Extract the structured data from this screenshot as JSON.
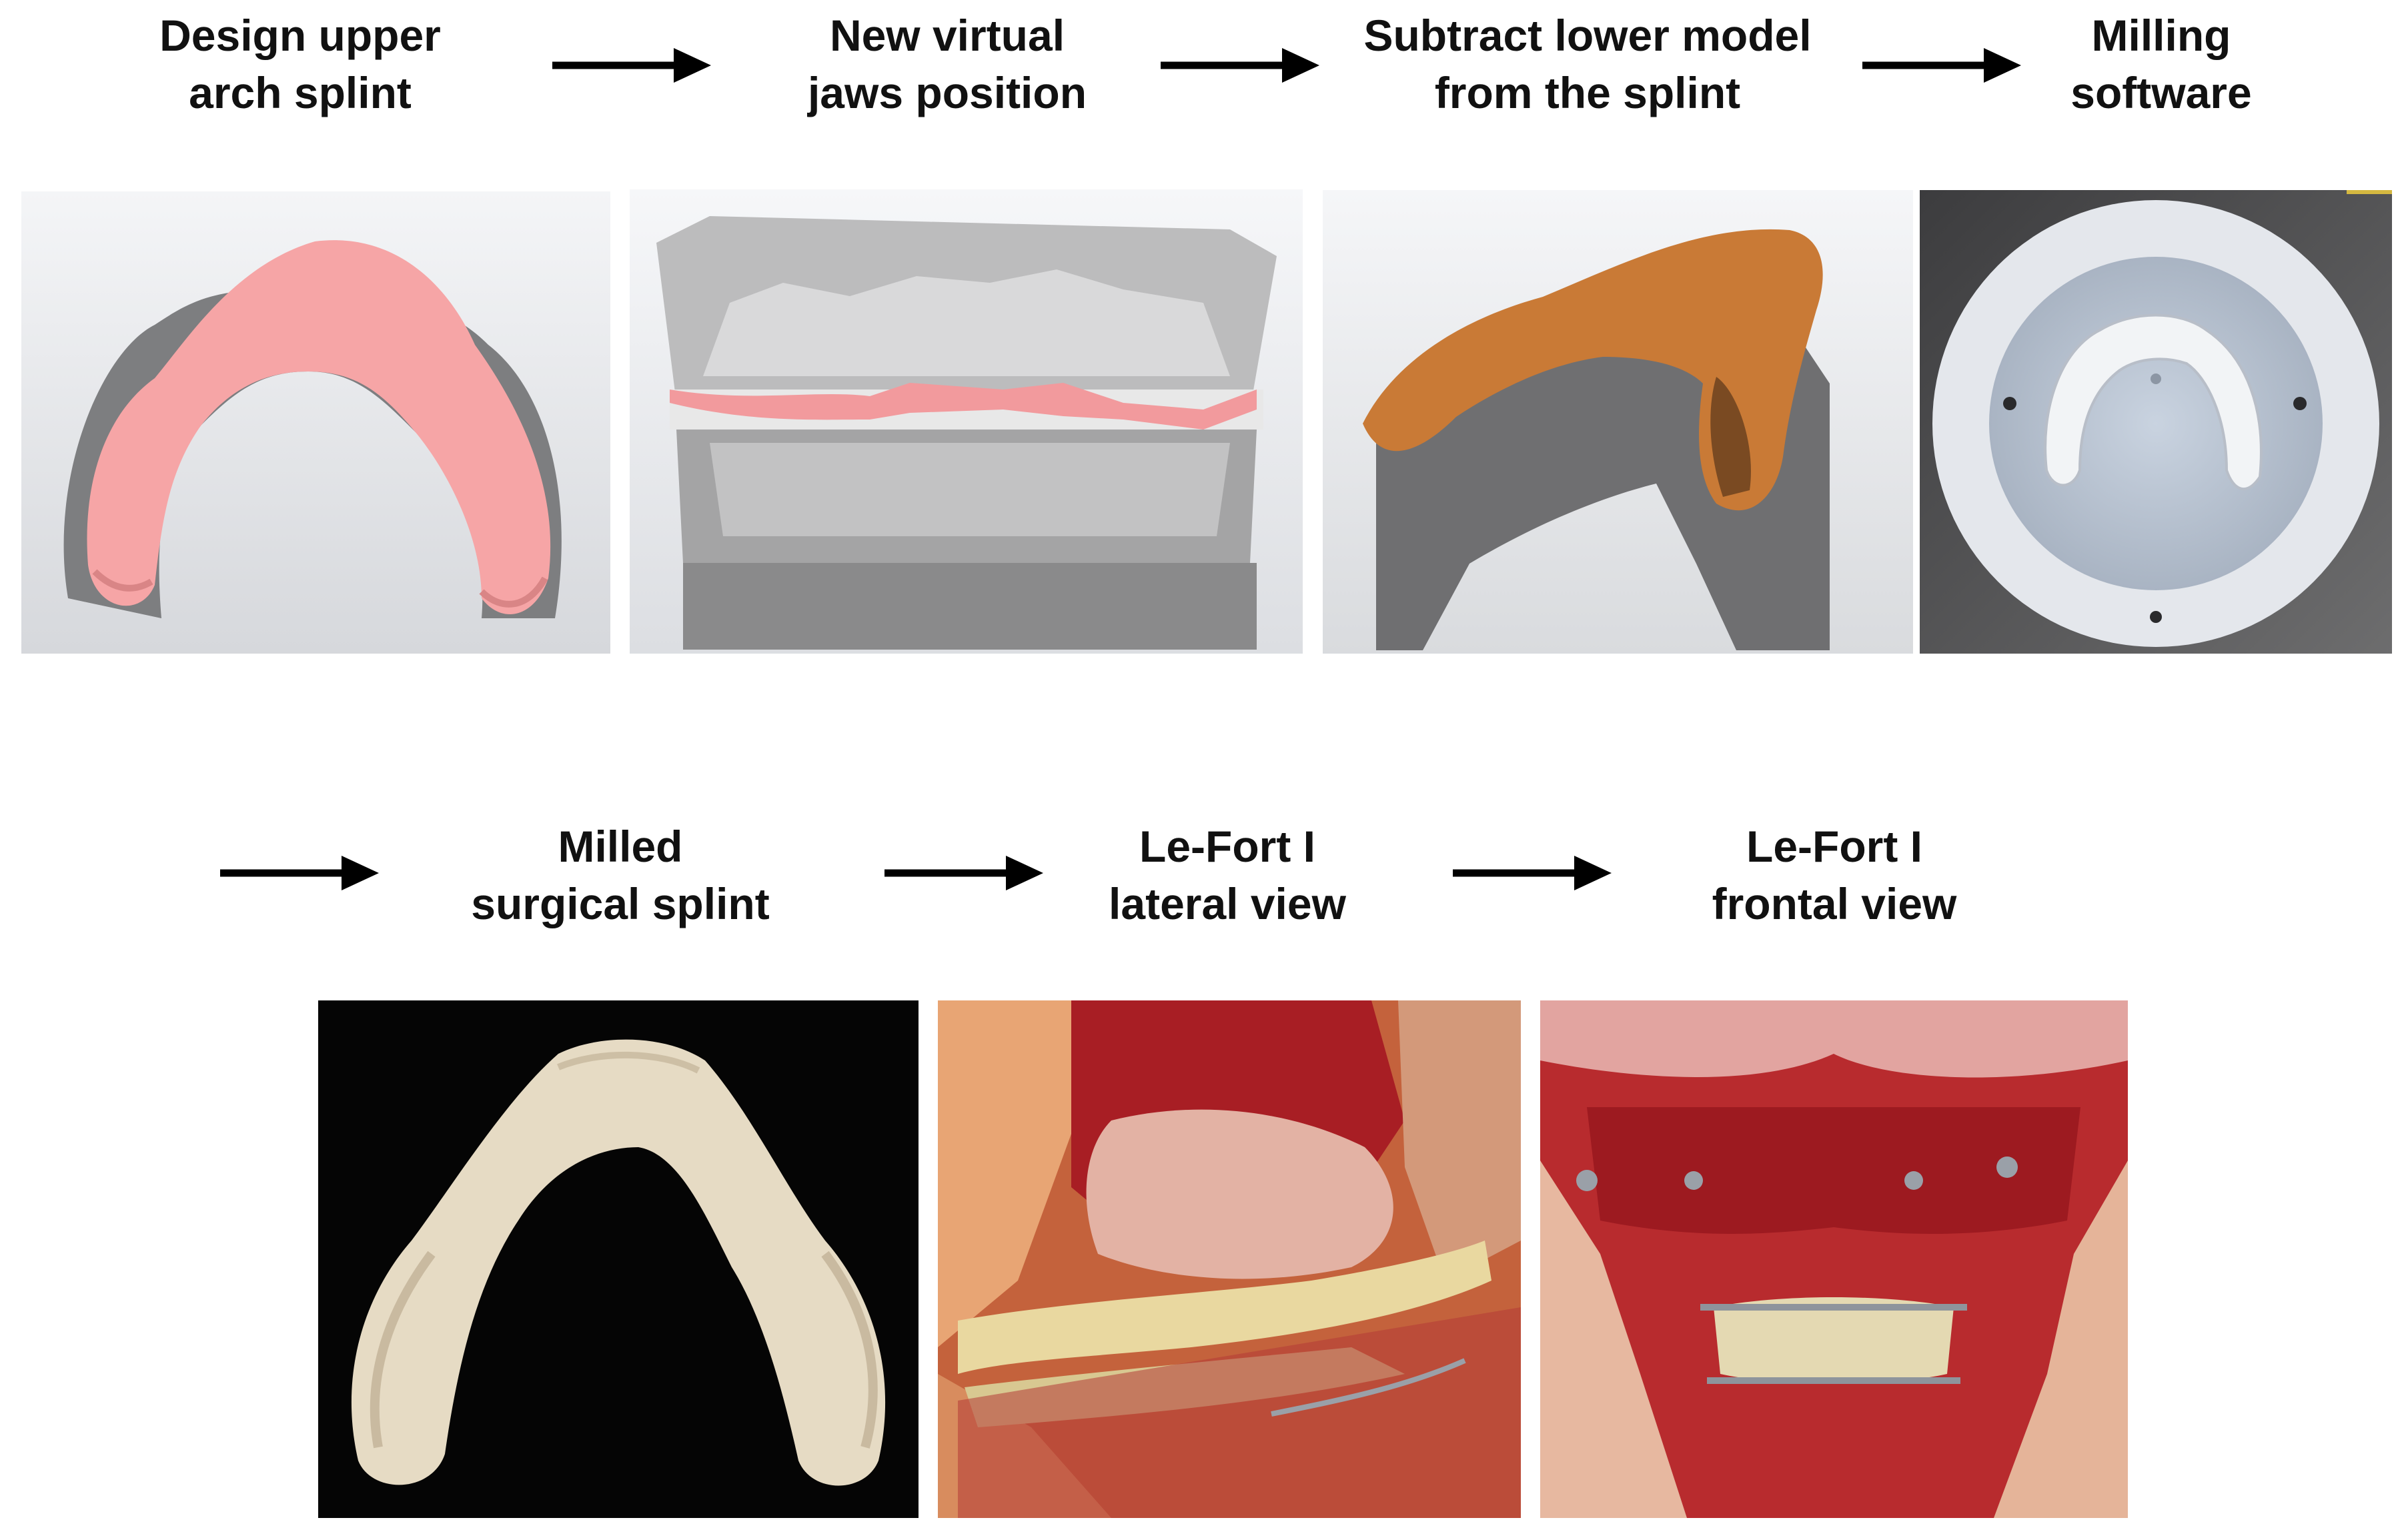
{
  "steps": [
    {
      "id": "design",
      "line1": "Design upper",
      "line2": "arch splint"
    },
    {
      "id": "jaws",
      "line1": "New virtual",
      "line2": "jaws position"
    },
    {
      "id": "subtract",
      "line1": "Subtract lower model",
      "line2": "from the splint"
    },
    {
      "id": "milling",
      "line1": "Milling",
      "line2": "software"
    },
    {
      "id": "milled",
      "line1": "Milled",
      "line2": "surgical splint"
    },
    {
      "id": "lateral",
      "line1": "Le-Fort I",
      "line2": "lateral view"
    },
    {
      "id": "frontal",
      "line1": "Le-Fort I",
      "line2": "frontal view"
    }
  ],
  "colors": {
    "text": "#111111",
    "arrow": "#000000",
    "splint_pink": "#f4a9a8",
    "model_gray": "#8a8a8a",
    "copper": "#c4742f",
    "milled_splint": "#e8dcc2",
    "surgical_red": "#b3262a"
  }
}
